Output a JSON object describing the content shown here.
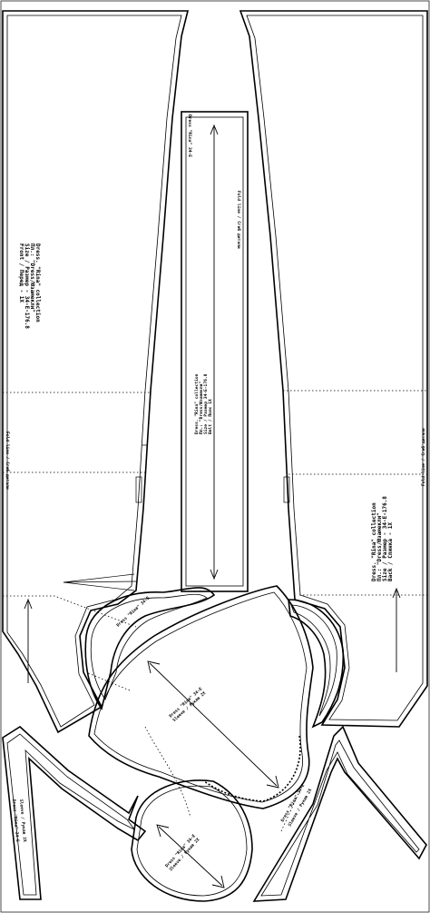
{
  "labels": {
    "fold_line": "Fold line / Сгиб дитали",
    "front_info": {
      "line1": "Dress. \"Rina\" collection",
      "line2": "Пл.: \"Dress/Юзамекли\"",
      "line3": "Size / Размер - 34-Е-176.8",
      "line4": "Front / Перед - 1X"
    },
    "strip_info": {
      "line1": "Dress. \"Rina\" collection",
      "line2": "Пл.: \"Dress/Юзамекли\"",
      "line3": "Size / Размер 34-Е-176.8",
      "line4": "Belt / Пояс 1X"
    },
    "back_info": {
      "line1": "Dress. \"Rina\" collection",
      "line2": "Пл.: \"Dress/Юзамекли\"",
      "line3": "Size / Размер - 34-Е-176.8",
      "line4": "Back / Спинка - 1X"
    },
    "piece_tag": "Dress \"Rina\" 34-E",
    "sleeve_tag": "Sleeve / Рукав 2X"
  },
  "colors": {
    "line": "#000000",
    "paper": "#ffffff"
  }
}
